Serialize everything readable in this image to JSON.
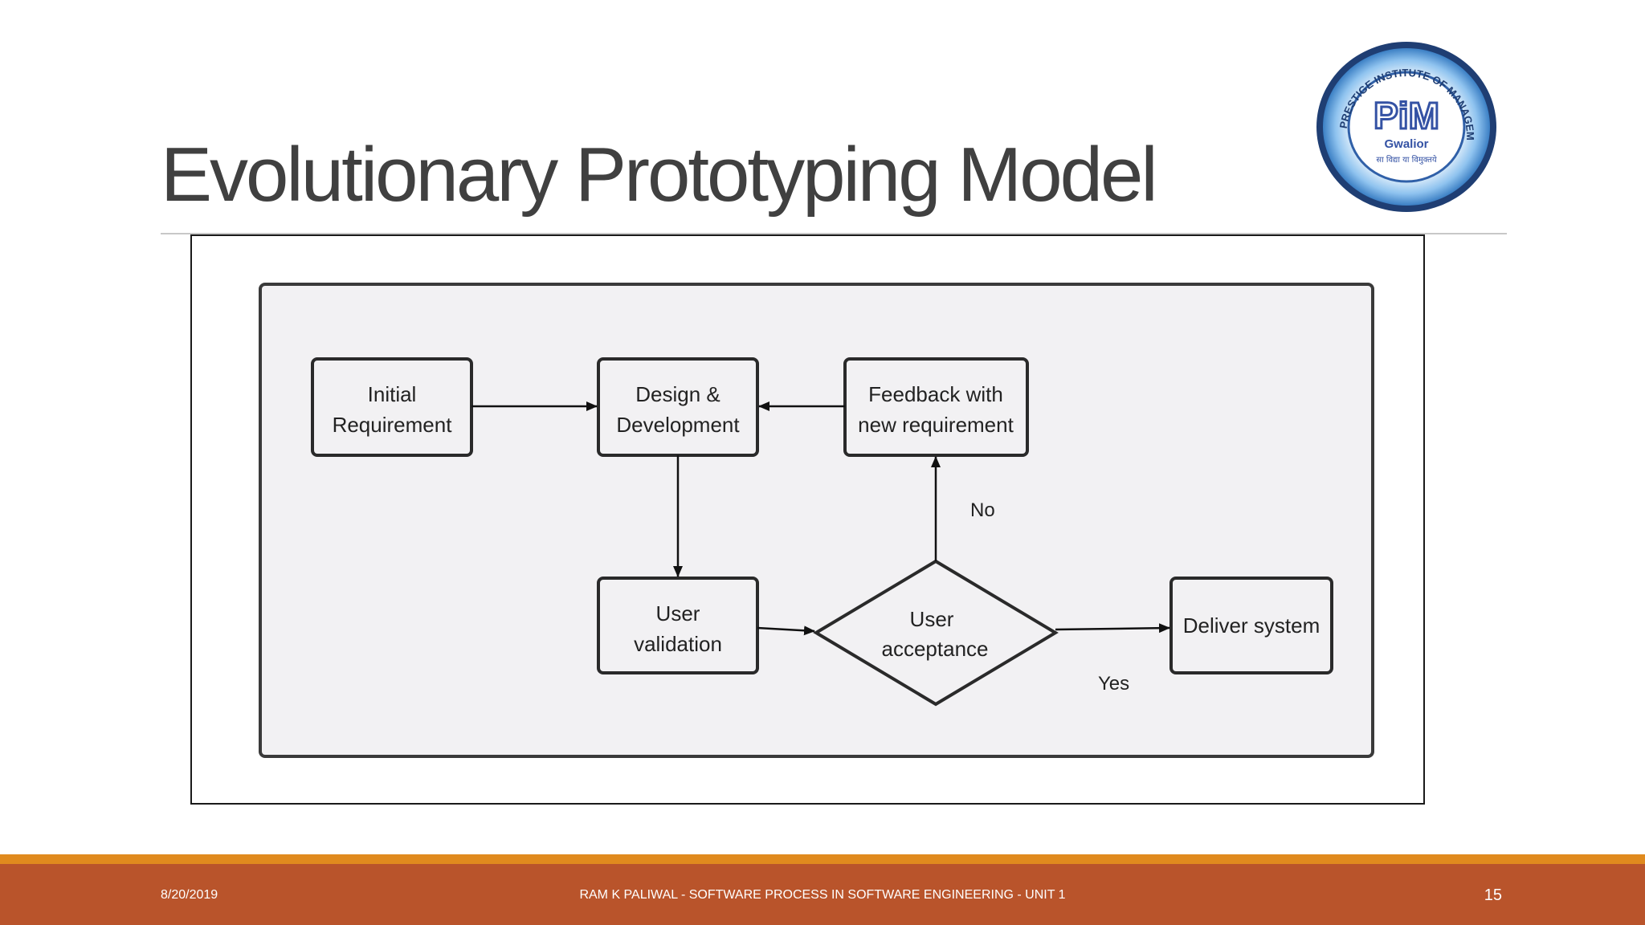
{
  "slide": {
    "title": "Evolutionary Prototyping Model",
    "footer_date": "8/20/2019",
    "footer_center": "RAM K PALIWAL - SOFTWARE PROCESS IN SOFTWARE ENGINEERING -  UNIT 1",
    "page_number": "15"
  },
  "logo": {
    "ring_text": "PRESTIGE INSTITUTE OF MANAGEMENT",
    "monogram": "PiM",
    "city": "Gwalior",
    "motto": "सा विद्या या विमुक्तये"
  },
  "diagram": {
    "nodes": {
      "initial": [
        "Initial",
        "Requirement"
      ],
      "design": [
        "Design &",
        "Development"
      ],
      "feedback": [
        "Feedback with",
        "new requirement"
      ],
      "validation": [
        "User",
        "validation"
      ],
      "acceptance": [
        "User",
        "acceptance"
      ],
      "deliver": [
        "Deliver system"
      ]
    },
    "edge_labels": {
      "no": "No",
      "yes": "Yes"
    }
  },
  "colors": {
    "footer_bar": "#b9542b",
    "footer_stripe": "#e08a1e",
    "diagram_panel": "#f2f1f3"
  }
}
